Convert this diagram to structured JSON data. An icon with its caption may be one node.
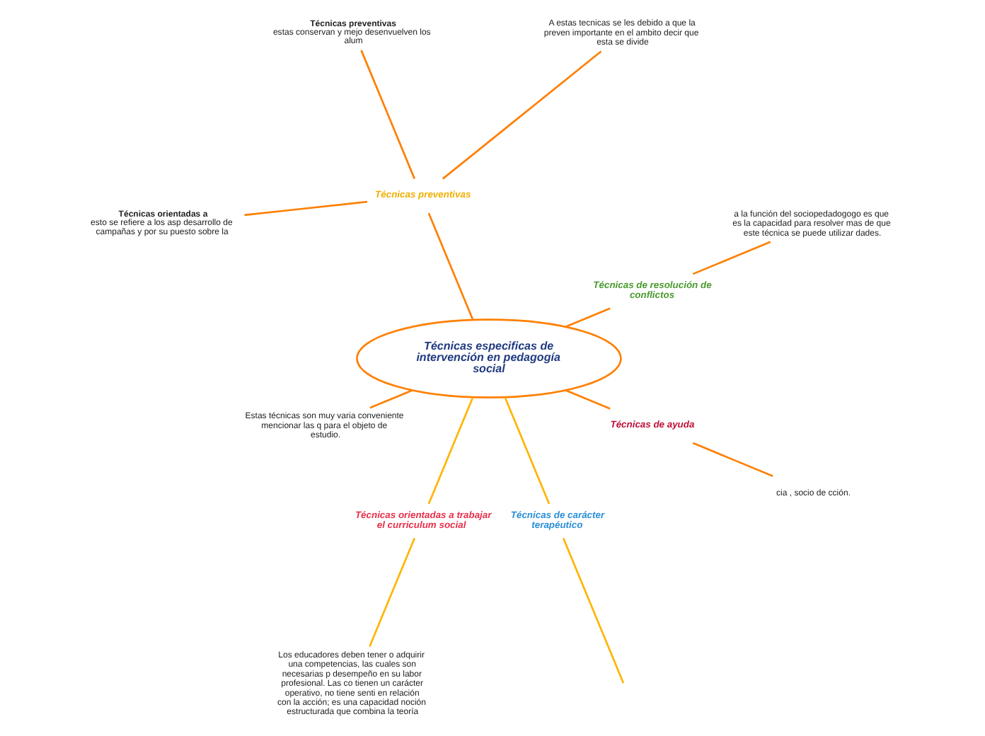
{
  "diagram": {
    "nodes": [
      {
        "text": [
          "Técnicas especificas de intervención en pedagogía social"
        ]
      },
      {
        "text": [
          "Técnicas de resolución de conflictos"
        ]
      },
      {
        "text": [
          "a la función del sociopedadogogo es que es la capacidad para resolver mas de que este técnica se puede utilizar dades."
        ]
      },
      {
        "text": [
          "Técnicas preventivas"
        ]
      },
      {
        "text": [
          "A estas tecnicas se les debido a que la preven importante en el ambito decir que esta se divide"
        ]
      },
      {
        "text": [
          "Técnicas preventivas",
          "estas conservan y mejo desenvuelven los alum"
        ]
      },
      {
        "text": [
          "Técnicas orientadas a",
          "esto se refiere a los asp desarrollo de campañas y por su puesto sobre la"
        ]
      },
      {
        "text": [
          "Estas técnicas son muy varia conveniente mencionar las q para el objeto de estudio."
        ]
      },
      {
        "text": [
          "Técnicas orientadas a trabajar el curriculum social"
        ]
      },
      {
        "text": [
          "Los educadores deben tener o adquirir una competencias, las cuales son necesarias p desempeño en su labor profesional. Las co tienen un carácter operativo, no tiene senti en relación con la acción; es una capacidad noción estructurada que combina la teoría"
        ]
      },
      {
        "text": [
          "Técnicas de carácter terapéutico"
        ]
      },
      {
        "text": [
          "Técnicas de ayuda"
        ]
      },
      {
        "text": [
          "cia , socio de cción."
        ]
      }
    ],
    "edges": [
      {
        "from": 0,
        "to": 1,
        "arrow": "none"
      },
      {
        "from": 1,
        "to": 2,
        "arrow": "none"
      },
      {
        "from": 0,
        "to": 3,
        "arrow": "none"
      },
      {
        "from": 3,
        "to": 4,
        "arrow": "none"
      },
      {
        "from": 3,
        "to": 5,
        "arrow": "none"
      },
      {
        "from": 3,
        "to": 6,
        "arrow": "none"
      },
      {
        "from": 0,
        "to": 7,
        "arrow": "none"
      },
      {
        "from": 0,
        "to": 8,
        "arrow": "none",
        "color": "#ffb400"
      },
      {
        "from": 8,
        "to": 9,
        "arrow": "none",
        "color": "#ffb400"
      },
      {
        "from": 0,
        "to": 10,
        "arrow": "none",
        "color": "#ffb400"
      },
      {
        "from": 10,
        "to": null,
        "arrow": "none",
        "color": "#ffb400"
      },
      {
        "from": 0,
        "to": 11,
        "arrow": "none"
      },
      {
        "from": 11,
        "to": 12,
        "arrow": "none"
      }
    ]
  }
}
